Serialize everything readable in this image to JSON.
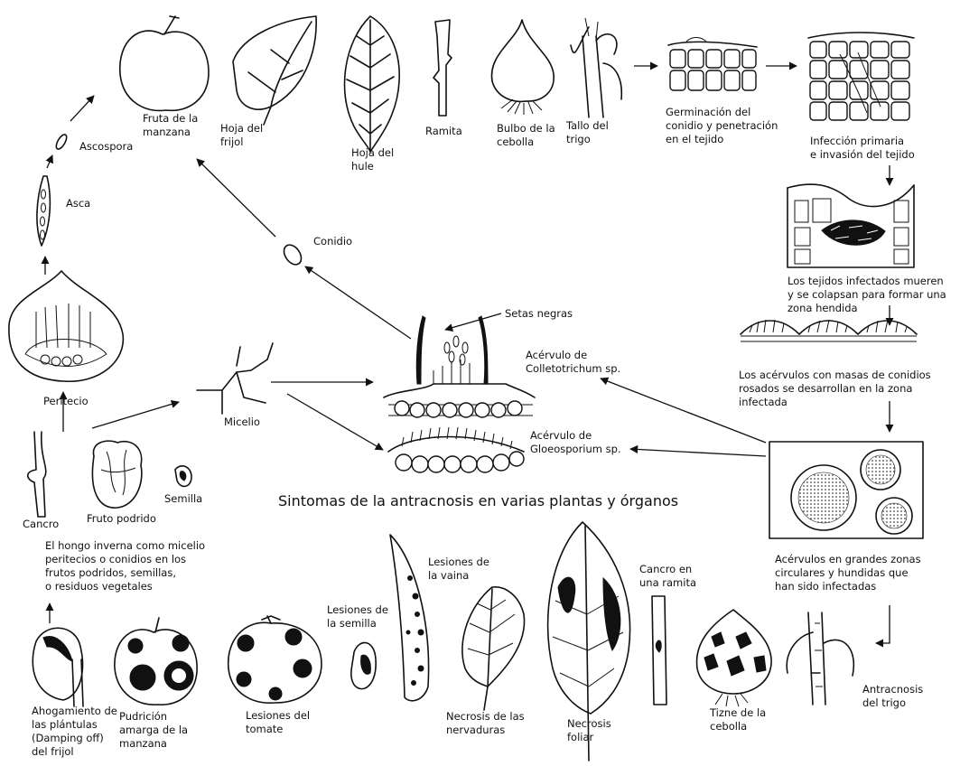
{
  "title": "Sintomas de la antracnosis en varias plantas y órganos",
  "hosts": {
    "fruta_manzana": "Fruta de la\nmanzana",
    "hoja_frijol": "Hoja del\nfrijol",
    "hoja_hule": "Hoja del\nhule",
    "ramita": "Ramita",
    "bulbo_cebolla": "Bulbo de la\ncebolla",
    "tallo_trigo": "Tallo del\ntrigo"
  },
  "cycle": {
    "germinacion": "Germinación del\nconidio y penetración\nen el tejido",
    "infeccion_primaria": "Infección primaria\ne invasión del tejido",
    "tejidos_mueren": "Los tejidos infectados mueren\ny se colapsan para formar una\nzona hendida",
    "acervulos_masas": "Los acérvulos con masas de conidios\nrosados se desarrollan en la zona\ninfectada",
    "acervulos_zonas": "Acérvulos en grandes zonas\ncirculares y hundidas que\nhan sido infectadas",
    "conidio": "Conidio",
    "setas_negras": "Setas negras",
    "acervulo_colletotrichum": "Acérvulo de\nColletotrichum sp.",
    "acervulo_gloeosporium": "Acérvulo de\nGloeosporium sp.",
    "micelio": "Micelio",
    "ascospora": "Ascospora",
    "asca": "Asca",
    "peritecio": "Peritecio",
    "cancro": "Cancro",
    "fruto_podrido": "Fruto podrido",
    "semilla": "Semilla",
    "inverna": "El hongo inverna como micelio\nperitecios o conidios en los\nfrutos podridos, semillas,\no residuos vegetales"
  },
  "symptoms": {
    "ahogamiento": "Ahogamiento de\nlas plántulas\n(Damping off)\ndel frijol",
    "pudricion": "Pudrición\namarga de la\nmanzana",
    "lesiones_tomate": "Lesiones del\ntomate",
    "lesiones_semilla": "Lesiones de\nla semilla",
    "lesiones_vaina": "Lesiones de\nla vaina",
    "necrosis_nervaduras": "Necrosis de las\nnervaduras",
    "necrosis_foliar": "Necrosis\nfoliar",
    "cancro_ramita": "Cancro en\nuna ramita",
    "tizne_cebolla": "Tizne de la\ncebolla",
    "antracnosis_trigo": "Antracnosis\ndel trigo"
  }
}
